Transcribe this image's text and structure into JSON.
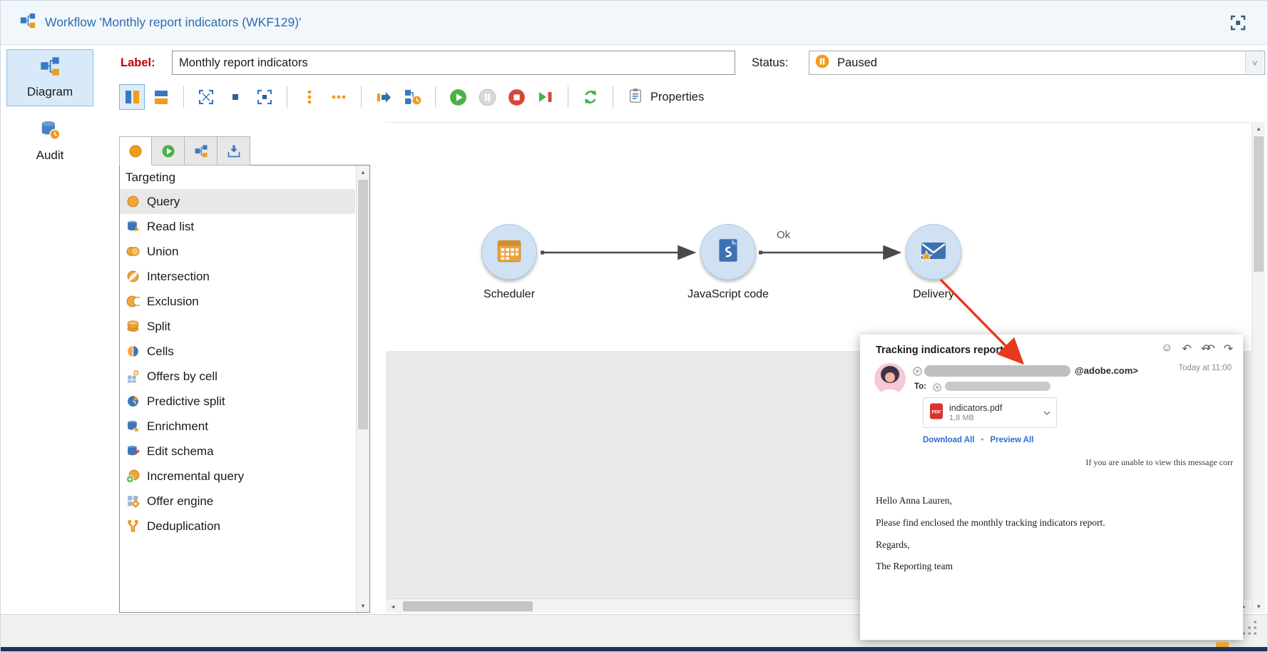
{
  "window": {
    "title": "Workflow 'Monthly report indicators (WKF129)'"
  },
  "sidebar": {
    "items": [
      {
        "label": "Diagram",
        "selected": true
      },
      {
        "label": "Audit",
        "selected": false
      }
    ]
  },
  "header": {
    "label_caption": "Label:",
    "label_value": "Monthly report indicators",
    "status_caption": "Status:",
    "status_value": "Paused"
  },
  "toolbar": {
    "properties_label": "Properties"
  },
  "palette": {
    "header": "Targeting",
    "items": [
      {
        "label": "Query",
        "icon": "query-icon",
        "selected": true
      },
      {
        "label": "Read list",
        "icon": "read-list-icon"
      },
      {
        "label": "Union",
        "icon": "union-icon"
      },
      {
        "label": "Intersection",
        "icon": "intersection-icon"
      },
      {
        "label": "Exclusion",
        "icon": "exclusion-icon"
      },
      {
        "label": "Split",
        "icon": "split-icon"
      },
      {
        "label": "Cells",
        "icon": "cells-icon"
      },
      {
        "label": "Offers by cell",
        "icon": "offers-by-cell-icon"
      },
      {
        "label": "Predictive split",
        "icon": "predictive-split-icon"
      },
      {
        "label": "Enrichment",
        "icon": "enrichment-icon"
      },
      {
        "label": "Edit schema",
        "icon": "edit-schema-icon"
      },
      {
        "label": "Incremental query",
        "icon": "incremental-query-icon"
      },
      {
        "label": "Offer engine",
        "icon": "offer-engine-icon"
      },
      {
        "label": "Deduplication",
        "icon": "deduplication-icon"
      }
    ]
  },
  "canvas": {
    "nodes": [
      {
        "label": "Scheduler",
        "icon": "scheduler-calendar-icon"
      },
      {
        "label": "JavaScript code",
        "icon": "script-icon"
      },
      {
        "label": "Delivery",
        "icon": "delivery-envelope-icon"
      }
    ],
    "edge_label": "Ok"
  },
  "email": {
    "subject": "Tracking indicators report",
    "sender_domain": "@adobe.com>",
    "timestamp": "Today at 11:00",
    "to_label": "To:",
    "attachment": {
      "name": "indicators.pdf",
      "size": "1,8 MB"
    },
    "download_all_label": "Download All",
    "separator": "•",
    "preview_all_label": "Preview All",
    "view_note": "If you are unable to view this message corr",
    "body_lines": [
      "Hello Anna Lauren,",
      "Please find enclosed the monthly tracking indicators report.",
      "Regards,",
      "The Reporting team"
    ]
  },
  "colors": {
    "title_blue": "#2e6da8",
    "label_red": "#c00000",
    "paused_orange": "#f09b1a",
    "link_blue": "#2b6cd4",
    "annotation_red": "#e8391d",
    "node_fill": "#cfe1f2",
    "statusbar_navy": "#17375e"
  }
}
